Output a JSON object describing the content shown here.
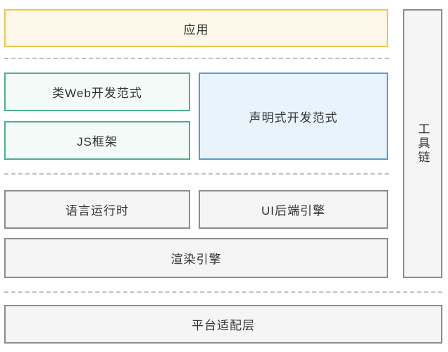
{
  "diagram": {
    "layers": {
      "app": {
        "label": "应用"
      },
      "web_paradigm": {
        "label": "类Web开发范式"
      },
      "js_framework": {
        "label": "JS框架"
      },
      "declarative_paradigm": {
        "label": "声明式开发范式"
      },
      "language_runtime": {
        "label": "语言运行时"
      },
      "ui_backend_engine": {
        "label": "UI后端引擎"
      },
      "render_engine": {
        "label": "渲染引擎"
      },
      "toolchain": {
        "label": "工具链"
      },
      "platform_adaptation": {
        "label": "平台适配层"
      }
    }
  },
  "colors": {
    "yellow-border": "#f0c64e",
    "yellow-bg": "#fdf8e9",
    "green-border": "#4fae93",
    "green-bg": "#f3faf7",
    "blue-border": "#5b9bd5",
    "blue-bg": "#e8f3fc",
    "gray-border": "#8c8c8c",
    "gray-bg": "#f5f5f5",
    "dash-color": "#bfbfbf",
    "text-color": "#333333"
  }
}
